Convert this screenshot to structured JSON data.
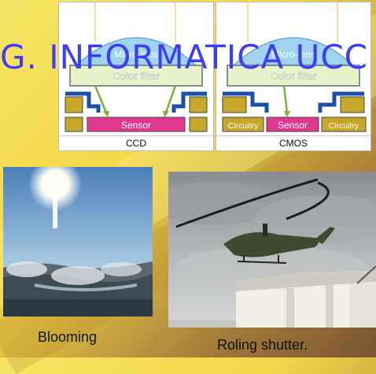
{
  "watermark": {
    "text": "G. INFORMATICA UCC"
  },
  "diagrams": {
    "ccd": {
      "caption": "CCD",
      "microlens": "Micro-lens",
      "color_filter": "Color filter",
      "sensor": "Sensor"
    },
    "cmos": {
      "caption": "CMOS",
      "microlens": "Micro-lens",
      "color_filter": "Color filter",
      "sensor": "Sensor",
      "circuitry_left": "Circuitry",
      "circuitry_right": "Circuitry"
    }
  },
  "photos": {
    "blooming": {
      "caption": "Blooming"
    },
    "rolling": {
      "caption": "Roling shutter."
    }
  },
  "colors": {
    "lens": "#9fd4f0",
    "filter_fill": "#e6f2c8",
    "sensor": "#e0378f",
    "circuitry": "#c6a728",
    "wire": "#1a4fa8",
    "light_ray": "#efe39a",
    "arrow": "#7db33a",
    "watermark": "#3c3cff"
  }
}
